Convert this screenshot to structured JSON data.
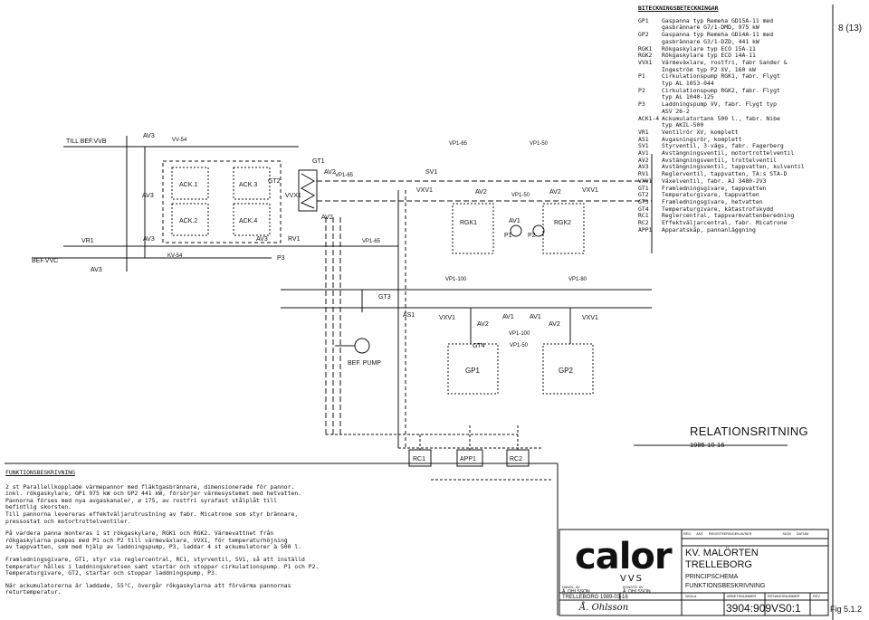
{
  "page_number": "8 (13)",
  "figure_ref": "Fig 5.1.2",
  "legend": {
    "title": "BITECKNINGSBETECKNINGAR",
    "rows": [
      {
        "code": "GP1",
        "desc": "Gaspanna typ Remeha GD15A-11 med\ngasbrännare G7/1-DMD, 975 kW"
      },
      {
        "code": "GP2",
        "desc": "Gaspanna typ Remeha GD14A-11 med\ngasbrännare G3/1-DZD, 441 kW"
      },
      {
        "code": "RGK1",
        "desc": "Rökgaskylare typ ECO 15A-11"
      },
      {
        "code": "RGK2",
        "desc": "Rökgaskylare typ ECO 14A-11"
      },
      {
        "code": "VVX1",
        "desc": "Värmeväxlare, rostfri, fabr Sander &\nIngeström typ P2 XV, 160 kW"
      },
      {
        "code": "P1",
        "desc": "Cirkulationspump RGK1, fabr. Flygt\ntyp AL 1053-044"
      },
      {
        "code": "P2",
        "desc": "Cirkulationspump RGK2, fabr. Flygt\ntyp AL 1040-125"
      },
      {
        "code": "P3",
        "desc": "Laddningspump VV, fabr. Flygt typ\nASV 26-2"
      },
      {
        "code": "ACK1-4",
        "desc": "Ackumulatortank 500 l., fabr. Nibe\ntyp AKIL-500"
      },
      {
        "code": "VR1",
        "desc": "Ventilrör XV, komplett"
      },
      {
        "code": "AS1",
        "desc": "Avgasningsrör, komplett"
      },
      {
        "code": "SV1",
        "desc": "Styrventil, 3-vägs, fabr. Fagerberg"
      },
      {
        "code": "AV1",
        "desc": "Avstängningsventil, motortrottelventil"
      },
      {
        "code": "AV2",
        "desc": "Avstängningsventil, trottelventil"
      },
      {
        "code": "AV3",
        "desc": "Avstängningsventil, tappvatten, kulventil"
      },
      {
        "code": "RV1",
        "desc": "Reglerventil, tappvatten, TA:s STA-D"
      },
      {
        "code": "VXV1",
        "desc": "Växelventil, fabr. AJ 3480-2V3"
      },
      {
        "code": "GT1",
        "desc": "Framledningsgivare, tappvatten"
      },
      {
        "code": "GT2",
        "desc": "Temperaturgivare, tappvatten"
      },
      {
        "code": "GT3",
        "desc": "Framledningsgivare, hetvatten"
      },
      {
        "code": "GT4",
        "desc": "Temperaturgivare, kätastrofskydd"
      },
      {
        "code": "RC1",
        "desc": "Reglercentral, tappvarmvattenberedning"
      },
      {
        "code": "RC2",
        "desc": "Effektväljarcentral, fabr. Micatrone"
      },
      {
        "code": "APP1",
        "desc": "Apparatskåp, pannanläggning"
      }
    ]
  },
  "labels": {
    "till_bef_vvb": "TILL BEF.VVB",
    "bef_vvc": "BEF.VVC",
    "vr1": "VR1",
    "av3": "AV3",
    "vv54": "VV-54",
    "kv54": "KV-54",
    "ack1": "ACK.1",
    "ack2": "ACK.2",
    "ack3": "ACK.3",
    "ack4": "ACK.4",
    "gt2": "GT2",
    "vvx1": "VVX1",
    "gt1": "GT1",
    "av2": "AV2",
    "vp165": "VP1-65",
    "vp150": "VP1-50",
    "vp1100": "VP1-100",
    "vp180": "VP1-80",
    "rv1": "RV1",
    "p3": "P3",
    "sv1": "SV1",
    "vxv1": "VXV1",
    "rgk1": "RGK1",
    "rgk2": "RGK2",
    "av1": "AV1",
    "p1": "P1",
    "p2": "P2",
    "gt3": "GT3",
    "as1": "AS1",
    "gt4": "GT4",
    "gp1": "GP1",
    "gp2": "GP2",
    "bef_pump": "BEF. PUMP",
    "rc1": "RC1",
    "app1": "APP1",
    "rc2": "RC2"
  },
  "relation_title": "RELATIONSRITNING",
  "relation_date": "1985-10-16",
  "funktion": {
    "title": "FUNKTIONSBESKRIVNING",
    "paragraphs": [
      "2 st Parallellkopplade värmepannor med fläktgasbrännare, dimensionerade för pannor.\ninkl. rökgaskylare, GP1 975 kW och GP2 441 kW, försörjer värmesystemet med hetvatten.\nPannorna förses med nya avgaskanaler, ø 175, av rostfri syrafast stålplåt till\nbefintlig skorsten.\nTill pannorna levereras effektväljarutrustning av fabr. Micatrone som styr brännare,\npressostat och motortrottelventiler.",
      "På vardera panna monteras 1 st rökgaskylare, RGK1 och RGK2. Värmevattnet från\nrökgaskylarna pumpas med P1 och P2 till värmeväxlare, VVX1, för temperaturhöjning\nav tappvatten, som med hjälp av laddningspump, P3, laddar 4 st ackumulatorer à 500 l.",
      "Framledningsgivare, GT1, styr via reglercentral, RC1, styrventil, SV1, så att inställd\ntemperatur hålles i laddningskretsen samt startar och stoppar cirkulationspump. P1 och P2.\nTemperaturgivare, GT2, startar och stoppar laddningspump, P3.",
      "När ackumulatorerna är laddade, 55°C, övergår rökgaskylarna att förvärma pannornas\nreturtemperatur."
    ]
  },
  "titleblock": {
    "logo": "calor",
    "logo_sub": "VVS",
    "location1": "KV. MALÖRTEN",
    "location2": "TRELLEBORG",
    "drawing1": "PRINCIPSCHEMA",
    "drawing2": "FUNKTIONSBESKRIVNING",
    "handl_av": "HANDL. AV",
    "handl_name": "Å. OHLSSON",
    "konstr_av": "KONSTR. AV",
    "konstr_name": "Å. OHLSSON",
    "place_date": "TRELLEBORG 1989-03-16",
    "signature": "Å. Ohlsson",
    "rev_headers": [
      "REG",
      "ANT",
      "REGISTRERINGEN AVSER",
      "SIGN",
      "DATUM"
    ],
    "bottom_headers": [
      "SKALA",
      "ARBETSNUMMER",
      "RITNINGSNUMMER",
      "REV"
    ],
    "arbetsnummer": "3904:909",
    "ritningsnummer": "VS0:1"
  }
}
